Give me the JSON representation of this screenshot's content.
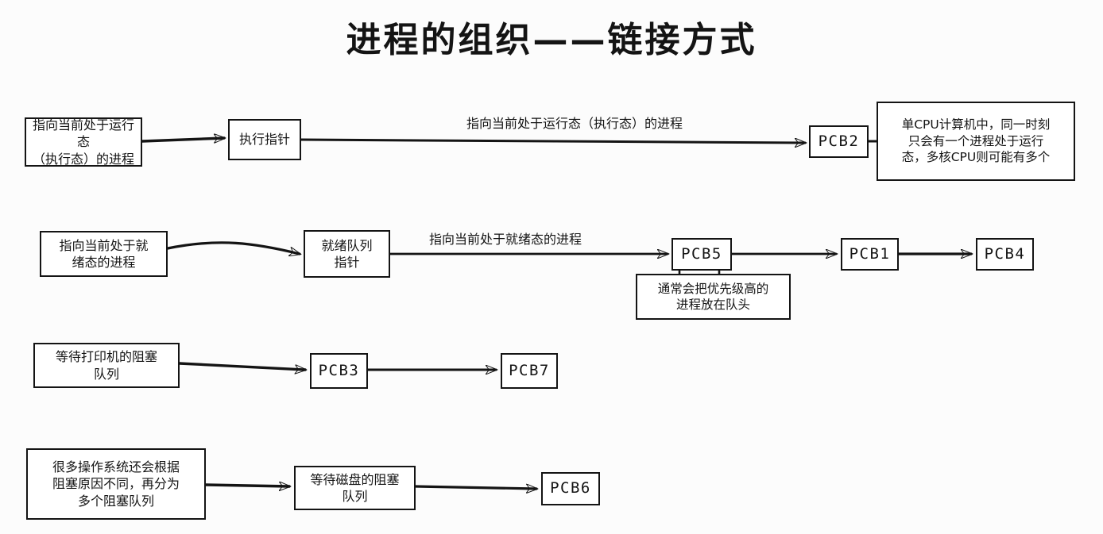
{
  "page": {
    "title": "进程的组织——链接方式",
    "background_color": "#fcfcfc",
    "ink_color": "#141414"
  },
  "rows": [
    {
      "id": "running-row",
      "source_label": "指向当前处于运行态\n（执行态）的进程",
      "pointer_label": "执行指针",
      "edge_label": "指向当前处于运行态（执行态）的进程",
      "pcbs": [
        "PCB2"
      ],
      "note": "单CPU计算机中，同一时刻\n只会有一个进程处于运行\n态，多核CPU则可能有多个"
    },
    {
      "id": "ready-row",
      "source_label": "指向当前处于就\n绪态的进程",
      "pointer_label": "就绪队列\n指针",
      "edge_label": "指向当前处于就绪态的进程",
      "pcbs": [
        "PCB5",
        "PCB1",
        "PCB4"
      ],
      "note": "通常会把优先级高的\n进程放在队头"
    },
    {
      "id": "printer-blocked-row",
      "source_label": "等待打印机的阻塞\n队列",
      "pointer_label": "",
      "edge_label": "",
      "pcbs": [
        "PCB3",
        "PCB7"
      ],
      "note": ""
    },
    {
      "id": "disk-blocked-row",
      "source_label": "很多操作系统还会根据\n阻塞原因不同，再分为\n多个阻塞队列",
      "pointer_label": "等待磁盘的阻塞\n队列",
      "edge_label": "",
      "pcbs": [
        "PCB6"
      ],
      "note": ""
    }
  ],
  "labels": {
    "running_source": "指向当前处于运行态\n（执行态）的进程",
    "running_pointer": "执行指针",
    "running_edge": "指向当前处于运行态（执行态）的进程",
    "running_pcb": "PCB2",
    "running_note": "单CPU计算机中，同一时刻\n只会有一个进程处于运行\n态，多核CPU则可能有多个",
    "ready_source": "指向当前处于就\n绪态的进程",
    "ready_pointer": "就绪队列\n指针",
    "ready_edge": "指向当前处于就绪态的进程",
    "ready_pcb_5": "PCB5",
    "ready_pcb_1": "PCB1",
    "ready_pcb_4": "PCB4",
    "ready_note": "通常会把优先级高的\n进程放在队头",
    "printer_source": "等待打印机的阻塞\n队列",
    "printer_pcb_3": "PCB3",
    "printer_pcb_7": "PCB7",
    "disk_source": "很多操作系统还会根据\n阻塞原因不同，再分为\n多个阻塞队列",
    "disk_pointer": "等待磁盘的阻塞\n队列",
    "disk_pcb_6": "PCB6"
  }
}
